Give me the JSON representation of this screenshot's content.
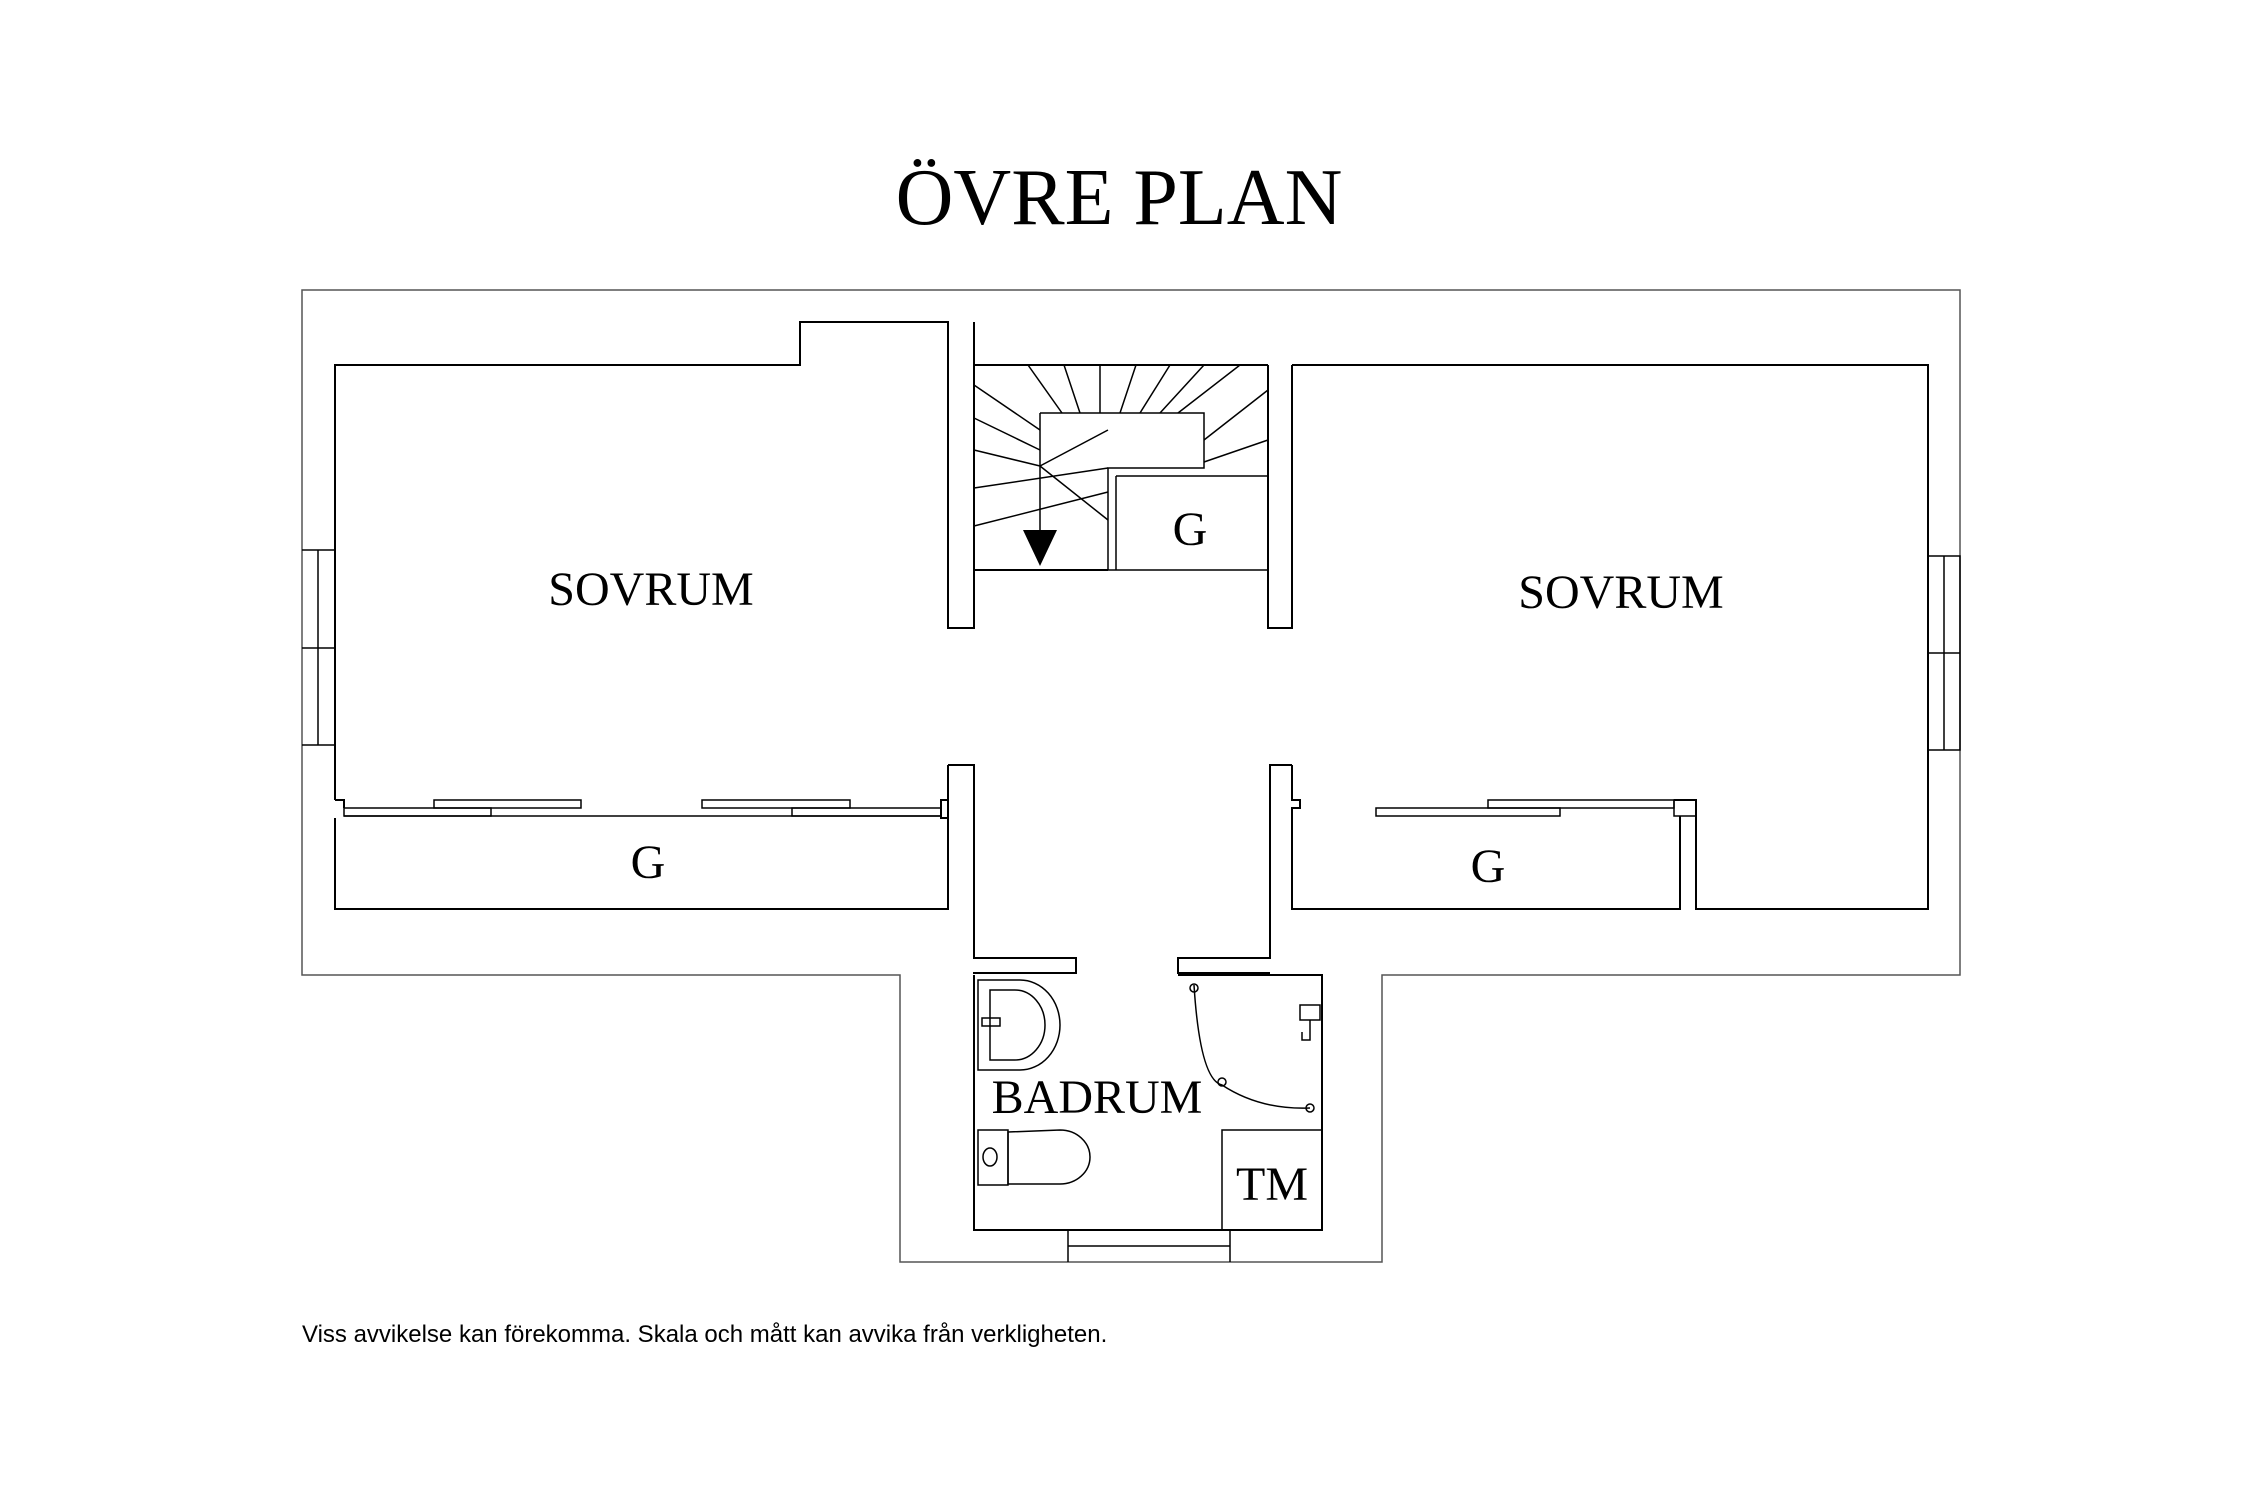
{
  "title": "ÖVRE PLAN",
  "rooms": {
    "left_bedroom": "SOVRUM",
    "right_bedroom": "SOVRUM",
    "bathroom": "BADRUM",
    "washer": "TM",
    "stair_closet": "G",
    "left_closet": "G",
    "right_closet": "G"
  },
  "disclaimer": "Viss avvikelse kan förekomma. Skala och mått kan avvika från verkligheten."
}
